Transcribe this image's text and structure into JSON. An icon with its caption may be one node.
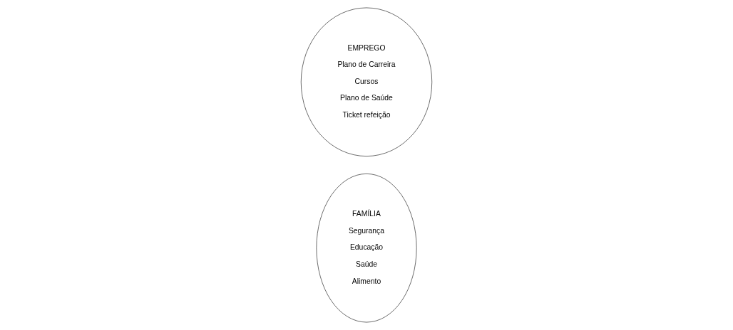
{
  "diagram": {
    "nodes": [
      {
        "text": [
          "FAMÍLIA",
          "Segurança",
          "Educação",
          "Saúde",
          "Alimento"
        ]
      },
      {
        "text": [
          "EMPREGO",
          "Plano de Carreira",
          "Cursos",
          "Plano de Saúde",
          "Ticket refeição"
        ]
      }
    ]
  }
}
